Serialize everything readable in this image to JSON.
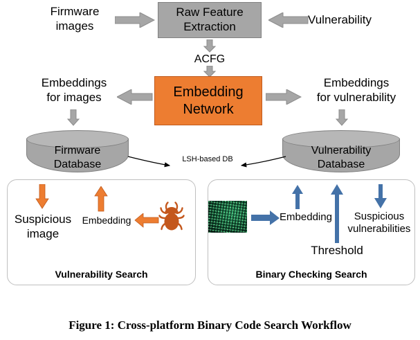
{
  "figure": {
    "caption": "Figure 1: Cross-platform Binary Code Search Workflow"
  },
  "colors": {
    "gray_fill": "#a6a6a6",
    "gray_arrow": "#a6a6a6",
    "orange_fill": "#ed7d31",
    "orange_arrow": "#ed7d31",
    "bug_color": "#c4571c",
    "blue_arrow": "#4472a8",
    "panel_border": "#bfbfbf",
    "binary_green": "#17643f"
  },
  "top_row": {
    "input_left": "Firmware\nimages",
    "input_left_line1": "Firmware",
    "input_left_line2": "images",
    "process": "Raw Feature\nExtraction",
    "process_line1": "Raw Feature",
    "process_line2": "Extraction",
    "input_right": "Vulnerability",
    "acfg_label": "ACFG"
  },
  "middle_row": {
    "left_output_line1": "Embeddings",
    "left_output_line2": "for images",
    "network_line1": "Embedding",
    "network_line2": "Network",
    "right_output_line1": "Embeddings",
    "right_output_line2": "for vulnerability"
  },
  "databases": {
    "left_line1": "Firmware",
    "left_line2": "Database",
    "right_line1": "Vulnerability",
    "right_line2": "Database",
    "link_label": "LSH-based DB"
  },
  "vulnerability_search": {
    "title": "Vulnerability Search",
    "output_line1": "Suspicious",
    "output_line2": "image",
    "embedding_label": "Embedding",
    "bug_icon": "bug-icon"
  },
  "binary_checking_search": {
    "title": "Binary Checking Search",
    "binary_image_icon": "binary-code-image",
    "embedding_label": "Embedding",
    "threshold_label": "Threshold",
    "output_line1": "Suspicious",
    "output_line2": "vulnerabilities"
  }
}
